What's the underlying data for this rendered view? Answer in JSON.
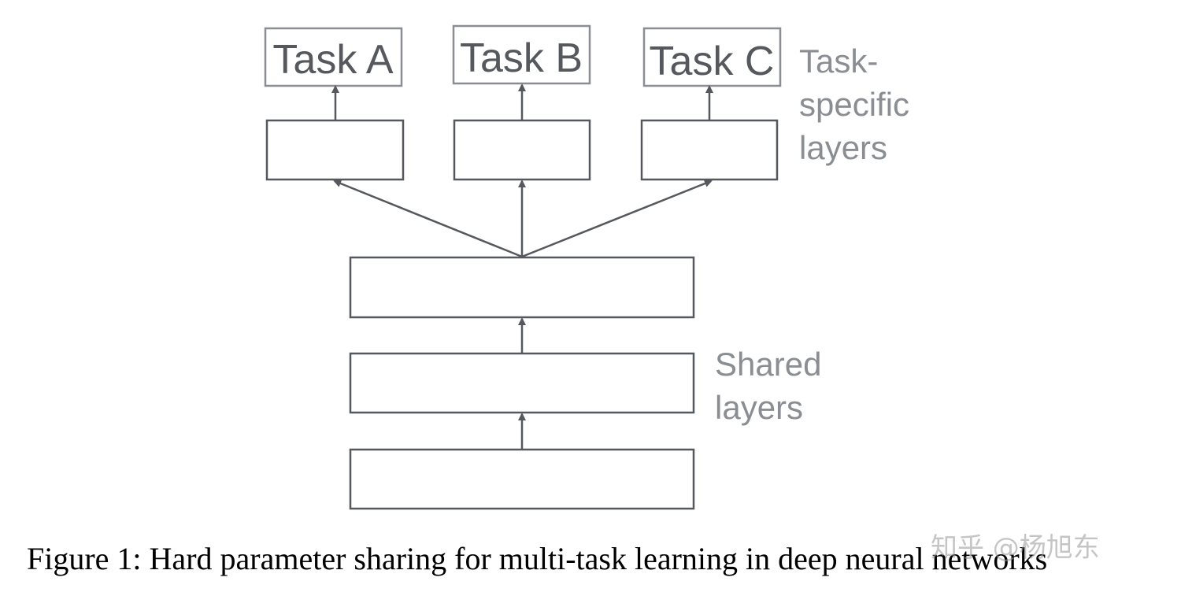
{
  "tasks": [
    {
      "label": "Task A"
    },
    {
      "label": "Task B"
    },
    {
      "label": "Task C"
    }
  ],
  "labels": {
    "task_specific": [
      "Task-",
      "specific",
      "layers"
    ],
    "shared": [
      "Shared",
      "layers"
    ]
  },
  "caption": "Figure 1: Hard parameter sharing for multi-task learning in deep neural networks",
  "watermark": "知乎 @杨旭东",
  "colors": {
    "stroke": "#55585d",
    "task_border": "#8a8d91",
    "label_text": "#8a8d91"
  }
}
